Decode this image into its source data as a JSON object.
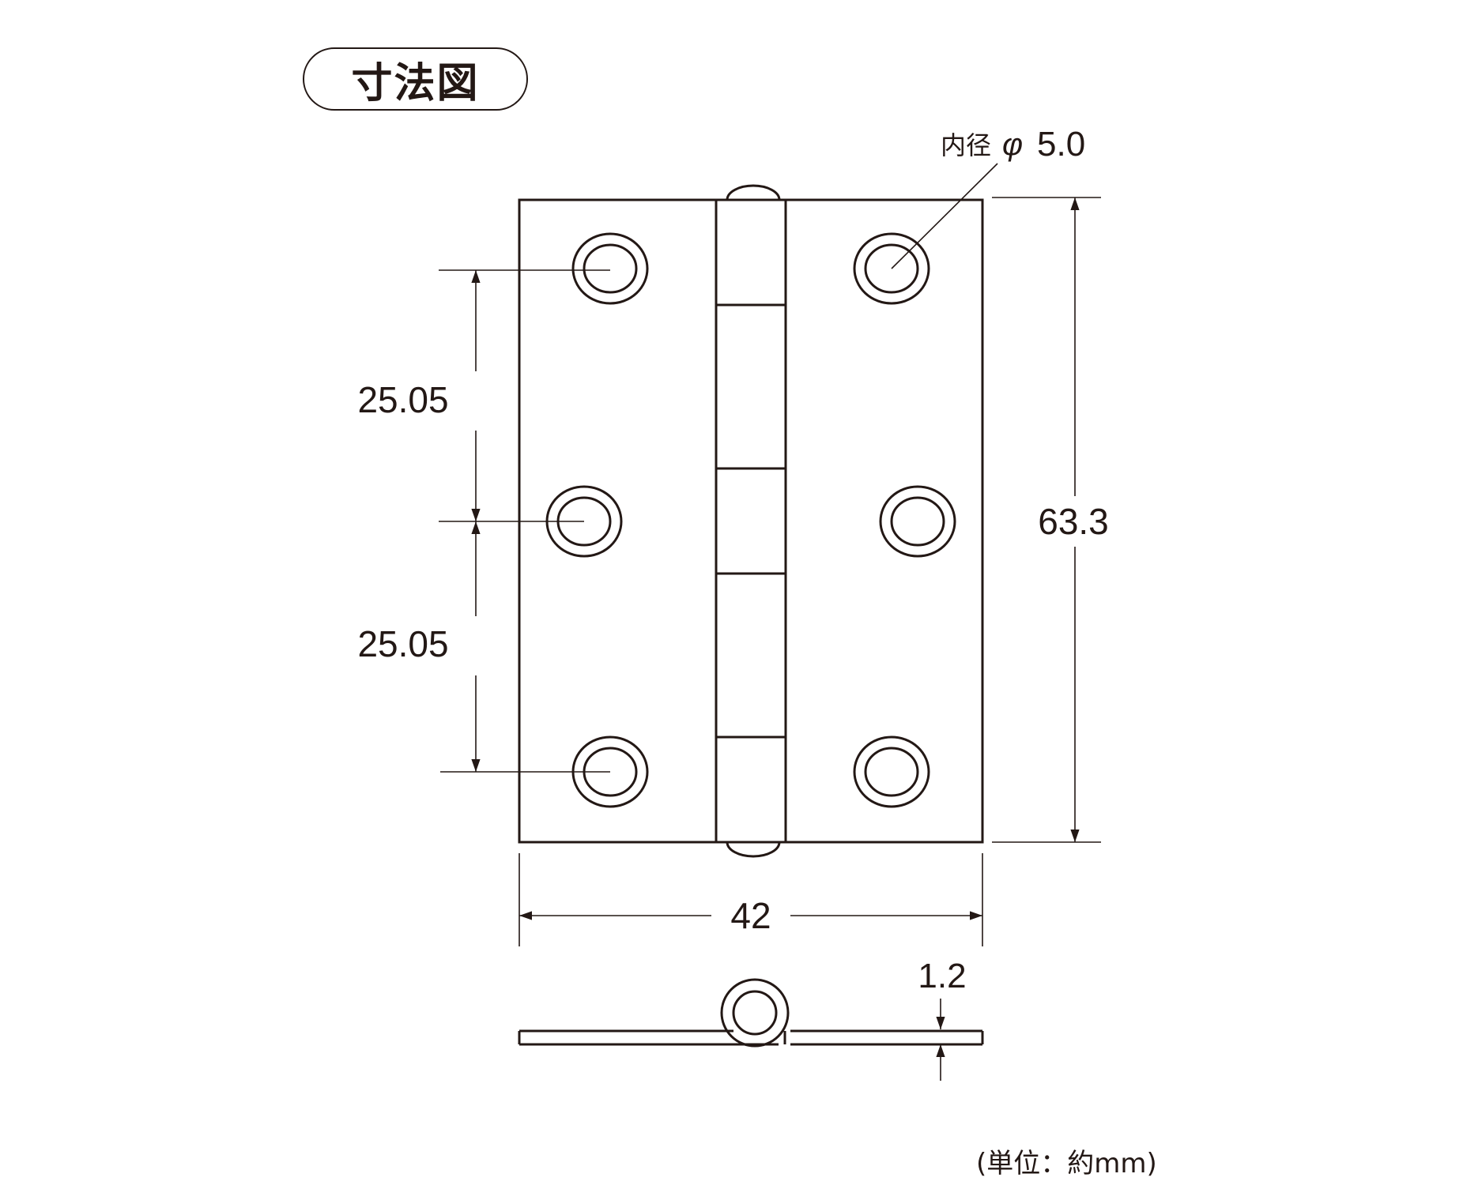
{
  "title": "寸法図",
  "dimensions": {
    "hole_spacing_upper": "25.05",
    "hole_spacing_lower": "25.05",
    "total_height": "63.3",
    "total_width": "42",
    "thickness": "1.2",
    "inner_diameter_label": "内径",
    "inner_diameter_symbol": "φ",
    "inner_diameter_value": "5.0"
  },
  "unit_note": "(単位：約mm)",
  "colors": {
    "line": "#231815",
    "background": "#ffffff"
  }
}
